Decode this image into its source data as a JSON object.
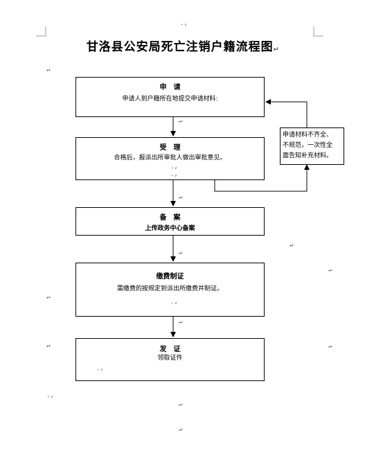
{
  "title": "甘洛县公安局死亡注销户籍流程图",
  "return_mark": "↵",
  "small_mark": ".,",
  "steps": [
    {
      "title": "申　请",
      "body": "申请人到户籍所在地提交申请材料:"
    },
    {
      "title": "受　理",
      "body": "合格后，报派出所审批人做出审批意见。"
    },
    {
      "title": "备　案",
      "body": "上传政务中心备案"
    },
    {
      "title": "缴费制证",
      "body": "需缴费的按规定到派出所缴费并制证。"
    },
    {
      "title": "发　证",
      "body": "领取证件"
    }
  ],
  "side_note": [
    "申请材料不齐全、",
    "不规范，一次性全",
    "面告知补充材料。"
  ]
}
